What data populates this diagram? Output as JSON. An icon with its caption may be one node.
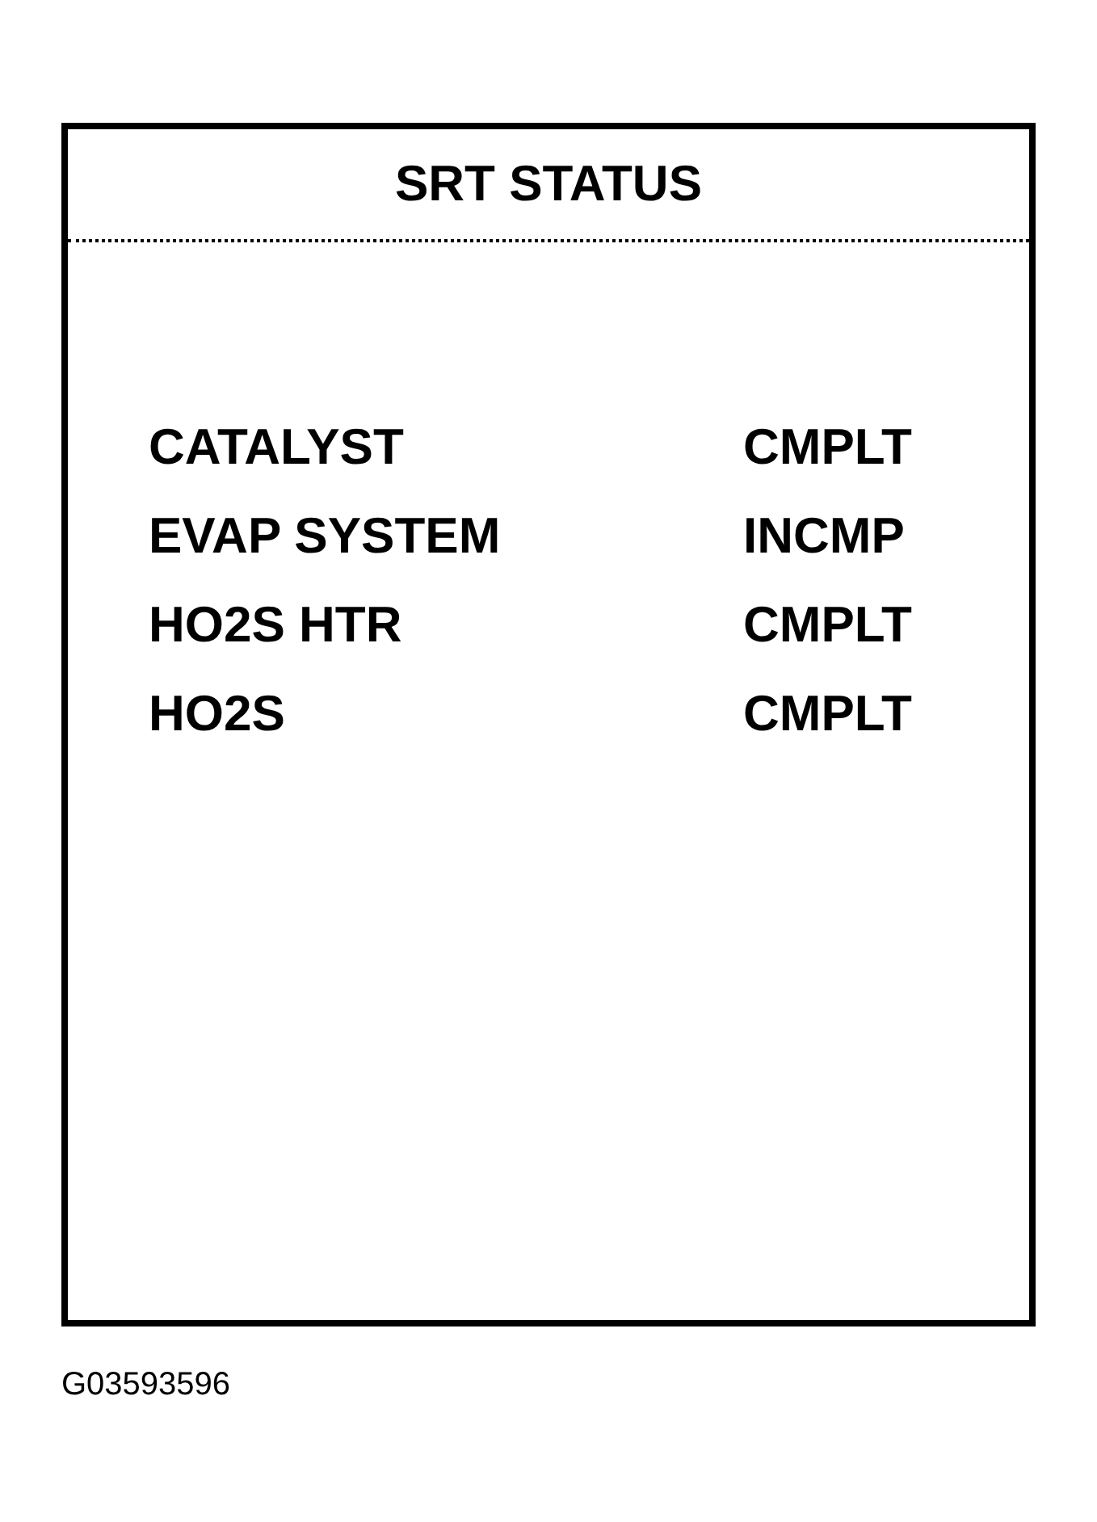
{
  "diagram": {
    "nodes": [
      {
        "text": [
          "SRT STATUS"
        ]
      }
    ],
    "labels": [
      "CATALYST",
      "CMPLT",
      "EVAP SYSTEM",
      "INCMP",
      "HO2S HTR",
      "CMPLT",
      "HO2S",
      "CMPLT",
      "G03593596"
    ]
  }
}
